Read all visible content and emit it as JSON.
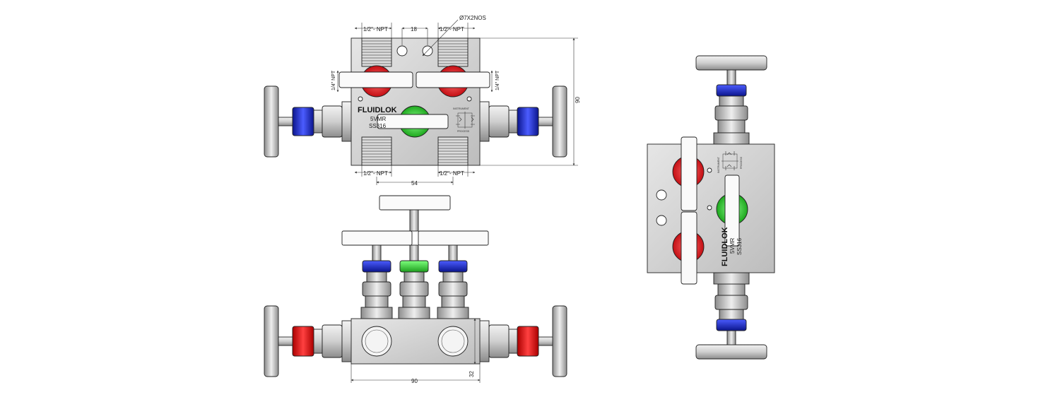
{
  "drawing": {
    "brand": "FLUIDLOK",
    "model": "5VMR",
    "material": "SS316",
    "schematic": {
      "top_label": "INSTRUMENT",
      "bottom_label": "PROCESS"
    },
    "dims": {
      "npt_half_top_left": "1/2\"- NPT",
      "npt_half_top_right": "1/2\"- NPT",
      "npt_half_bottom_left": "1/2\"- NPT",
      "npt_half_bottom_right": "1/2\"- NPT",
      "spacing": "18",
      "holes": "Ø7X2NOS",
      "npt_quarter_left": "1/4\" NPT",
      "npt_quarter_right": "1/4\" NPT",
      "height_top": "90",
      "width_bottom_top": "54",
      "width_front": "90",
      "depth_front": "32"
    },
    "colors": {
      "red": "#e8202a",
      "green": "#33cc33",
      "blue": "#1a2ec8",
      "steel": "#d7d7d7",
      "steel_dark": "#9a9a9a"
    }
  }
}
